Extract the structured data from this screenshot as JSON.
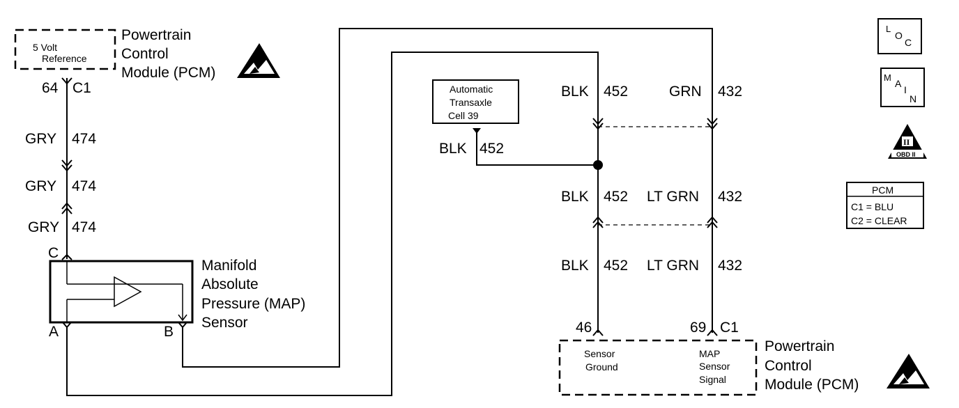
{
  "pcm_top": {
    "ref_box_line1": "5 Volt",
    "ref_box_line2": "Reference",
    "title_line1": "Powertrain",
    "title_line2": "Control",
    "title_line3": "Module (PCM)",
    "pin": "64",
    "connector": "C1"
  },
  "left_wires": [
    {
      "color": "GRY",
      "circuit": "474"
    },
    {
      "color": "GRY",
      "circuit": "474"
    },
    {
      "color": "GRY",
      "circuit": "474"
    }
  ],
  "map_sensor": {
    "title_line1": "Manifold",
    "title_line2": "Absolute",
    "title_line3": "Pressure (MAP)",
    "title_line4": "Sensor",
    "terminal_c": "C",
    "terminal_a": "A",
    "terminal_b": "B"
  },
  "transaxle": {
    "line1": "Automatic",
    "line2": "Transaxle",
    "line3": "Cell 39",
    "wire_color": "BLK",
    "wire_circuit": "452"
  },
  "right_wires": {
    "top_left": {
      "color": "BLK",
      "circuit": "452"
    },
    "top_right": {
      "color": "GRN",
      "circuit": "432"
    },
    "mid_left": {
      "color": "BLK",
      "circuit": "452"
    },
    "mid_right": {
      "color": "LT GRN",
      "circuit": "432"
    },
    "bot_left": {
      "color": "BLK",
      "circuit": "452"
    },
    "bot_right": {
      "color": "LT GRN",
      "circuit": "432"
    }
  },
  "pcm_bottom": {
    "pin_ground": "46",
    "pin_signal": "69",
    "connector": "C1",
    "ground_line1": "Sensor",
    "ground_line2": "Ground",
    "signal_line1": "MAP",
    "signal_line2": "Sensor",
    "signal_line3": "Signal",
    "title_line1": "Powertrain",
    "title_line2": "Control",
    "title_line3": "Module (PCM)"
  },
  "legend": {
    "loc_l": "L",
    "loc_o": "O",
    "loc_c": "C",
    "main_m": "M",
    "main_a": "A",
    "main_i": "I",
    "main_n": "N",
    "obd_roman": "II",
    "obd_label": "OBD II",
    "pcm_title": "PCM",
    "pcm_c1": "C1 = BLU",
    "pcm_c2": "C2 = CLEAR"
  }
}
